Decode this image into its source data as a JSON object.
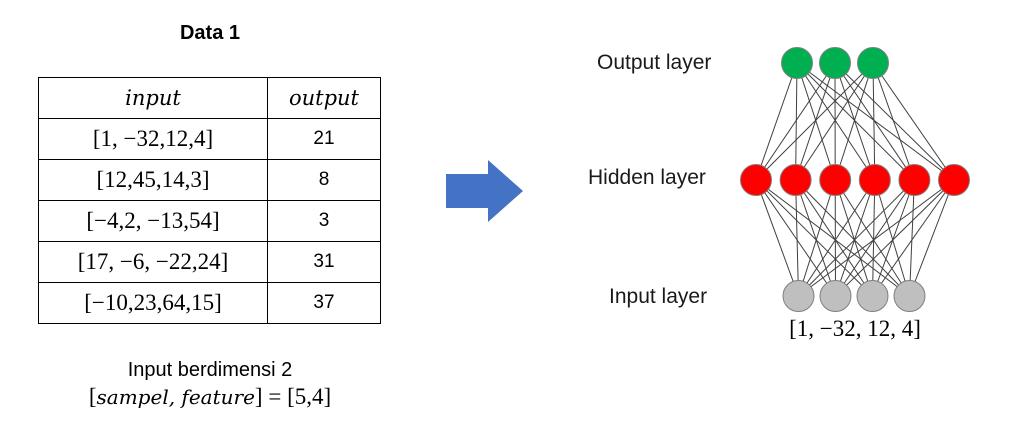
{
  "table": {
    "title": "Data 1",
    "headers": [
      "input",
      "output"
    ],
    "rows": [
      [
        "[1, −32,12,4]",
        "21"
      ],
      [
        "[12,45,14,3]",
        "8"
      ],
      [
        "[−4,2, −13,54]",
        "3"
      ],
      [
        "[17, −6, −22,24]",
        "31"
      ],
      [
        "[−10,23,64,15]",
        "37"
      ]
    ]
  },
  "caption": {
    "line1": "Input berdimensi 2",
    "lhs_open": "[",
    "lhs_vars": "sampel, feature",
    "lhs_close": "]",
    "rhs": " = [5,4]"
  },
  "network": {
    "labels": {
      "output": "Output layer",
      "hidden": "Hidden layer",
      "input": "Input layer"
    },
    "input_vector": "[1, −32, 12, 4]",
    "layers": {
      "output": {
        "count": 3,
        "color": "#00b050"
      },
      "hidden": {
        "count": 6,
        "color": "#ff0000"
      },
      "input": {
        "count": 4,
        "color": "#bfbfbf"
      }
    }
  },
  "colors": {
    "arrow": "#4472c4",
    "edges": "#404040"
  }
}
